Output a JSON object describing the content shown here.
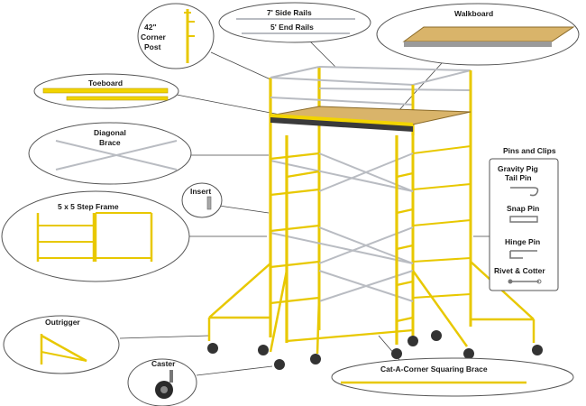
{
  "labels": {
    "corner_post_l1": "42\"",
    "corner_post_l2": "Corner",
    "corner_post_l3": "Post",
    "side_rails": "7' Side Rails",
    "end_rails": "5' End Rails",
    "walkboard": "Walkboard",
    "toeboard": "Toeboard",
    "diagonal_brace_l1": "Diagonal",
    "diagonal_brace_l2": "Brace",
    "insert": "Insert",
    "step_frame": "5 x 5 Step Frame",
    "outrigger": "Outrigger",
    "caster": "Caster",
    "squaring_brace": "Cat-A-Corner Squaring Brace",
    "pins_title": "Pins and Clips",
    "gravity_pin_l1": "Gravity Pig",
    "gravity_pin_l2": "Tail Pin",
    "snap_pin": "Snap Pin",
    "hinge_pin": "Hinge Pin",
    "rivet_cotter": "Rivet & Cotter"
  },
  "colors": {
    "frame_yellow": "#f2d400",
    "rail_silver": "#b9bcc2",
    "outline": "#555555",
    "wood": "#d9b46a"
  }
}
